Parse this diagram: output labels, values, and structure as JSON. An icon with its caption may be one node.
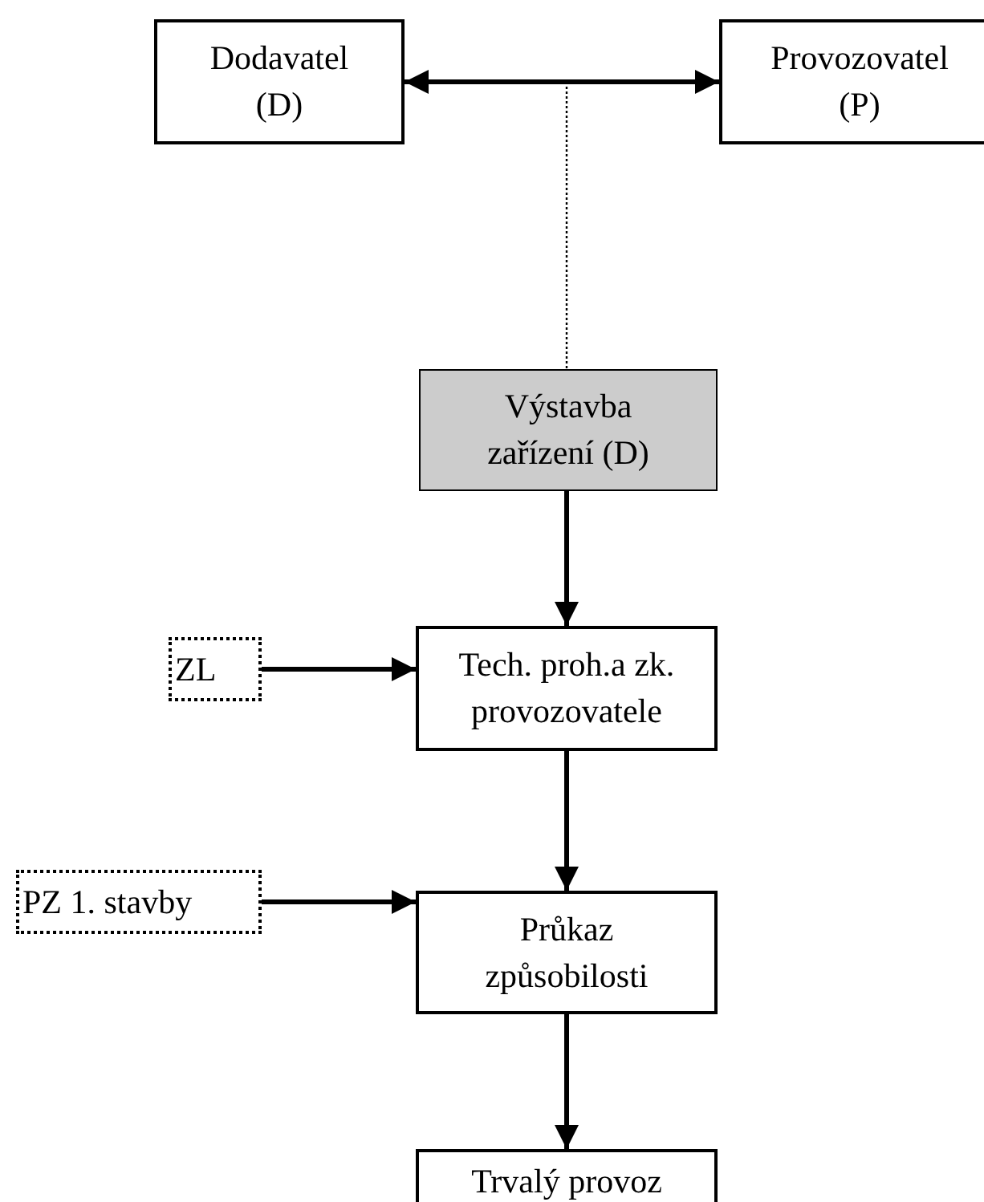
{
  "diagram": {
    "nodes": [
      {
        "text": [
          "Dodavatel (D)"
        ]
      },
      {
        "text": [
          "Provozovatel (P)"
        ]
      },
      {
        "text": [
          "Výstavba zařízení (D)"
        ]
      },
      {
        "text": [
          "Tech. proh.a zk. provozovatele"
        ]
      },
      {
        "text": [
          "ZL"
        ]
      },
      {
        "text": [
          "Průkaz způsobilosti"
        ]
      },
      {
        "text": [
          "PZ 1. stavby"
        ]
      },
      {
        "text": [
          "Trvalý provoz"
        ]
      }
    ],
    "edges": [
      {
        "from": 0,
        "to": 1,
        "arrow": "both"
      },
      {
        "from": null,
        "to": 2,
        "arrow": "none",
        "style": "dashed"
      },
      {
        "from": 2,
        "to": 3,
        "arrow": "to"
      },
      {
        "from": 4,
        "to": 3,
        "arrow": "to"
      },
      {
        "from": 3,
        "to": 5,
        "arrow": "to"
      },
      {
        "from": 6,
        "to": 5,
        "arrow": "to"
      },
      {
        "from": 5,
        "to": 7,
        "arrow": "to"
      }
    ]
  }
}
